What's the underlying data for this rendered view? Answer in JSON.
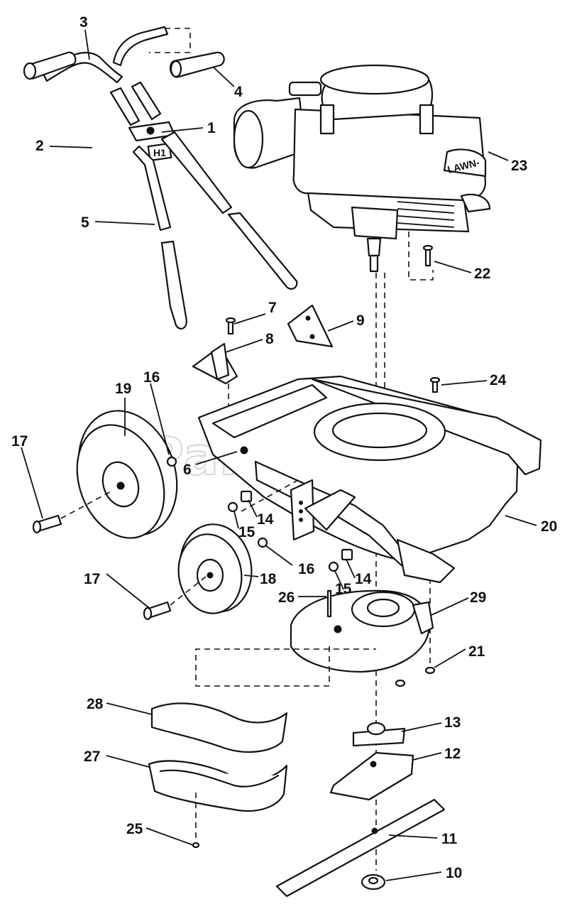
{
  "watermark": "PartsTree",
  "part_text": {
    "handle_tag": "H1",
    "engine_brand": "LAWN-"
  },
  "callouts": [
    "1",
    "2",
    "3",
    "4",
    "5",
    "6",
    "7",
    "8",
    "9",
    "10",
    "11",
    "12",
    "13",
    "14",
    "14",
    "15",
    "15",
    "16",
    "16",
    "17",
    "17",
    "18",
    "19",
    "20",
    "21",
    "22",
    "23",
    "24",
    "25",
    "26",
    "27",
    "28",
    "29"
  ]
}
